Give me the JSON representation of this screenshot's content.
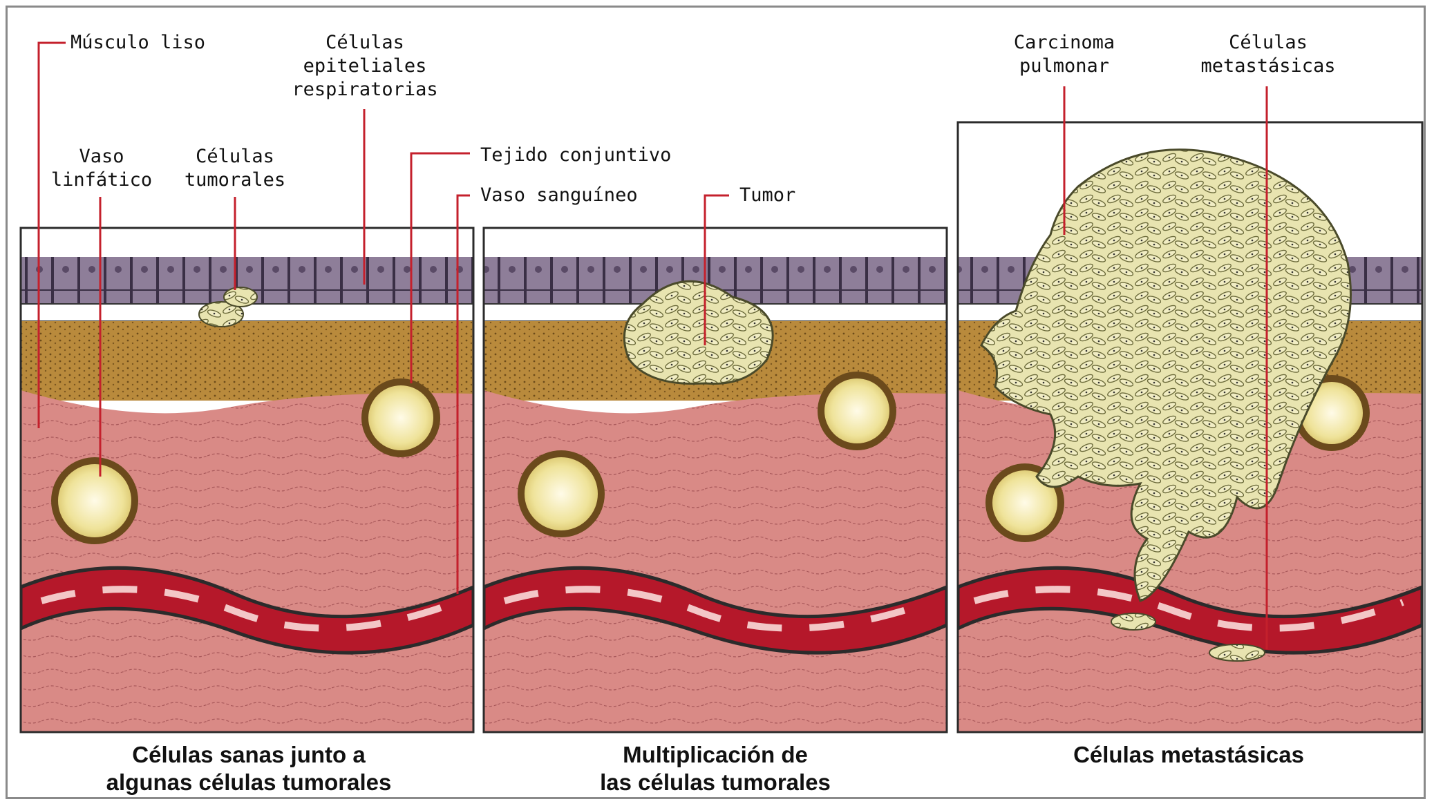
{
  "labels": {
    "musculo_liso": "Músculo liso",
    "celulas_epiteliales": "Células\nepiteliales\nrespiratorias",
    "vaso_linfatico": "Vaso\nlinfático",
    "celulas_tumorales": "Células\ntumorales",
    "tejido_conjuntivo": "Tejido conjuntivo",
    "vaso_sanguineo": "Vaso sanguíneo",
    "tumor": "Tumor",
    "carcinoma_pulmonar": "Carcinoma\npulmonar",
    "celulas_metastasicas": "Células\nmetastásicas"
  },
  "captions": {
    "panel1": "Células sanas junto a\nalgunas células tumorales",
    "panel2": "Multiplicación de\nlas células tumorales",
    "panel3": "Células metastásicas"
  },
  "colors": {
    "epithelium": "#8e7e99",
    "connective": "#b98a3c",
    "muscle": "#d98a86",
    "vessel": "#b5182a",
    "tumor": "#e8e4b0",
    "leader": "#c4202c",
    "border": "#2b2b2b"
  }
}
